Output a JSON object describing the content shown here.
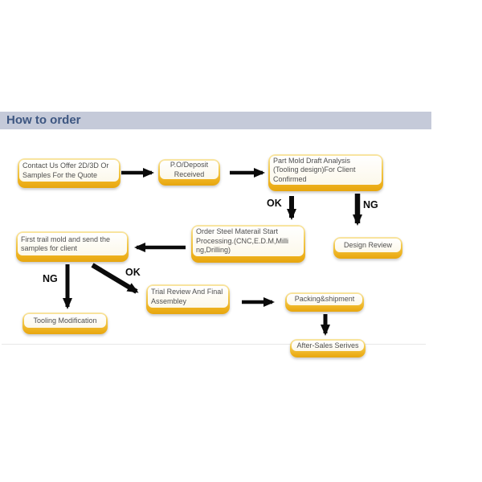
{
  "header": {
    "title": "How to order"
  },
  "flowchart": {
    "nodes": [
      {
        "id": "contact-quote",
        "label": "Contact Us Offer 2D/3D Or\nSamples For the Quote"
      },
      {
        "id": "po-deposit",
        "label": "P.O/Deposit\nReceived"
      },
      {
        "id": "part-mold-draft",
        "label": "Part Mold Draft Analysis\n(Tooling design)For Client\nConfirmed"
      },
      {
        "id": "order-steel",
        "label": "Order Steel Materail Start\nProcessing.(CNC,E.D.M,Milli\nng,Drilling)"
      },
      {
        "id": "design-review",
        "label": "Design Review"
      },
      {
        "id": "first-trial",
        "label": "First trail mold and send the\nsamples for client"
      },
      {
        "id": "tooling-mod",
        "label": "Tooling Modification"
      },
      {
        "id": "trial-review",
        "label": "Trial Review And Final\nAssembley"
      },
      {
        "id": "packing",
        "label": "Packing&shipment"
      },
      {
        "id": "after-sales",
        "label": "After-Sales Serives"
      }
    ],
    "edge_labels": {
      "ok_top": "OK",
      "ng_top": "NG",
      "ng_left": "NG",
      "ok_diagonal": "OK"
    },
    "colors": {
      "node_gold": "#edb01c",
      "node_highlight": "#fcf8ea",
      "arrow": "#0b0b0b",
      "header_bar": "#c5cad9",
      "header_text": "#3d5681"
    }
  }
}
